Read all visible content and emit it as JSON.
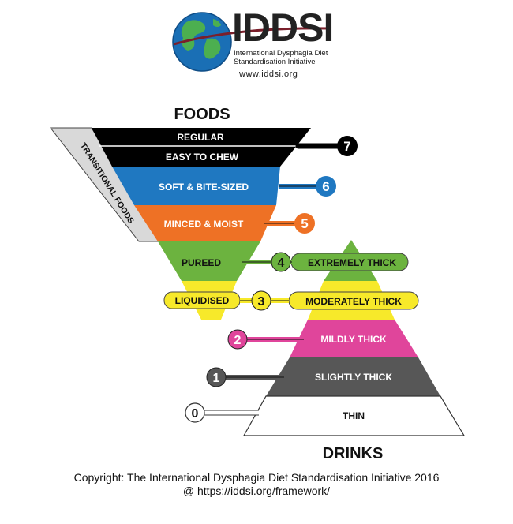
{
  "logo": {
    "name": "IDDSI",
    "subtitle_line1": "International Dysphagia Diet",
    "subtitle_line2": "Standardisation Initiative",
    "url": "www.iddsi.org",
    "icon": "globe-icon"
  },
  "diagram": {
    "foods_heading": "FOODS",
    "drinks_heading": "DRINKS",
    "transitional_label": "TRANSITIONAL FOODS",
    "foods_levels": [
      {
        "level": "7",
        "labels": [
          "REGULAR",
          "EASY TO CHEW"
        ],
        "color": "#000000"
      },
      {
        "level": "6",
        "label": "SOFT & BITE-SIZED",
        "color": "#1f78c1"
      },
      {
        "level": "5",
        "label": "MINCED & MOIST",
        "color": "#ee7125"
      },
      {
        "level": "4",
        "label": "PUREED",
        "color": "#6cb33f"
      },
      {
        "level": "3",
        "label": "LIQUIDISED",
        "color": "#f7e92a"
      }
    ],
    "drinks_levels": [
      {
        "level": "4",
        "label": "EXTREMELY THICK",
        "color": "#6cb33f"
      },
      {
        "level": "3",
        "label": "MODERATELY THICK",
        "color": "#f7e92a"
      },
      {
        "level": "2",
        "label": "MILDLY THICK",
        "color": "#e0459b"
      },
      {
        "level": "1",
        "label": "SLIGHTLY THICK",
        "color": "#575757"
      },
      {
        "level": "0",
        "label": "THIN",
        "color": "#ffffff"
      }
    ]
  },
  "copyright": {
    "line1": "Copyright: The International Dysphagia Diet Standardisation Initiative 2016",
    "line2": "@ https://iddsi.org/framework/"
  }
}
